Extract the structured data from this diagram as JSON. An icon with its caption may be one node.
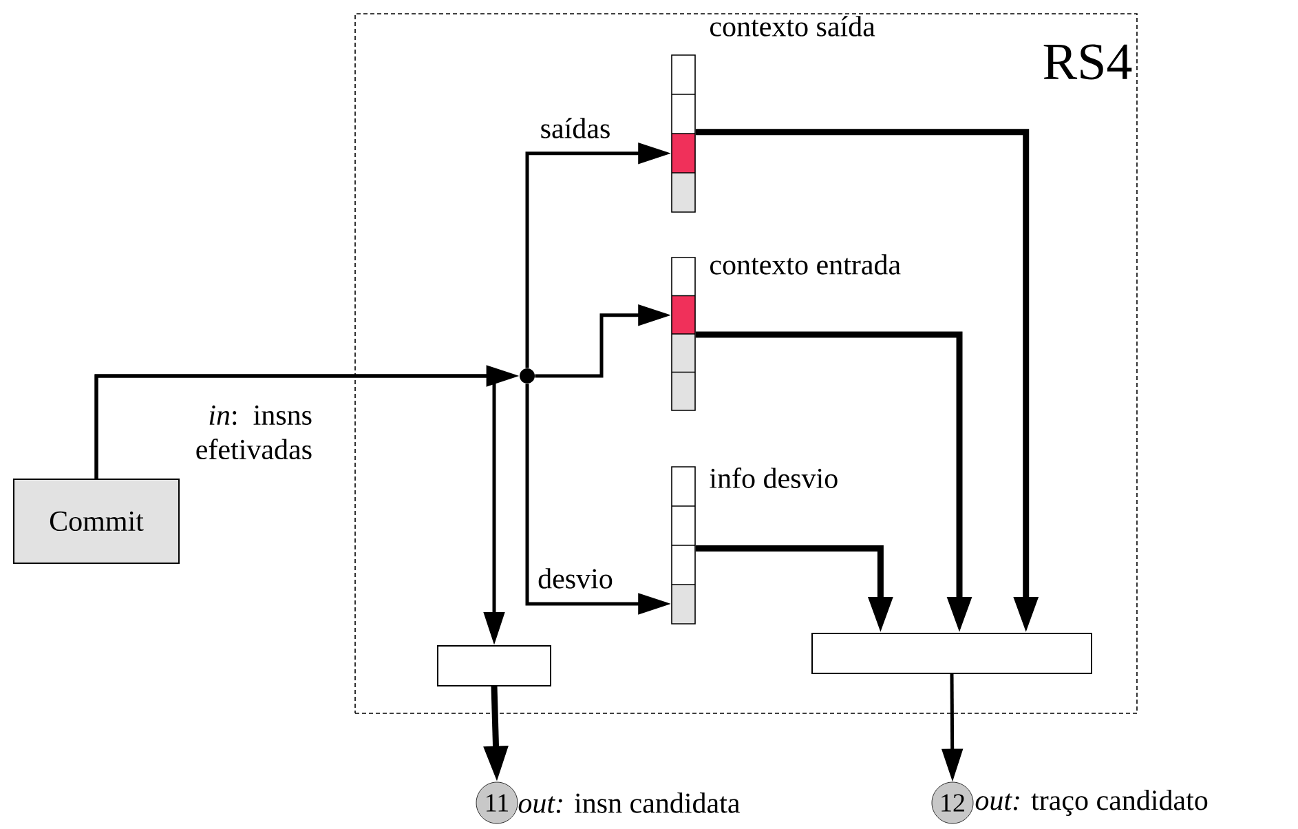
{
  "diagram": {
    "nodes": [
      {
        "text": [
          "RS4"
        ]
      },
      {
        "text": [
          "Commit"
        ]
      },
      {
        "text": [],
        "shape": "circle",
        "in": 0
      },
      {
        "text": [],
        "shape": "box",
        "beside": [
          "contexto saída"
        ],
        "in": 0
      },
      {
        "text": [],
        "shape": "box",
        "beside": [
          "contexto entrada"
        ],
        "in": 0
      },
      {
        "text": [],
        "shape": "box",
        "beside": [
          "info desvio"
        ],
        "in": 0
      },
      {
        "text": [],
        "shape": "box",
        "in": 0
      },
      {
        "text": [],
        "shape": "box",
        "in": 0
      },
      {
        "text": [
          "11"
        ],
        "beside": [
          "*out:* insn candidata"
        ]
      },
      {
        "text": [
          "12"
        ],
        "beside": [
          "*out:* traço candidato"
        ]
      }
    ],
    "edges": [
      {
        "from": 1,
        "to": 2,
        "arrow": "to",
        "label": "*in*: insns efetivadas"
      },
      {
        "from": 1,
        "to": 6,
        "arrow": "to"
      },
      {
        "from": 2,
        "to": 3,
        "arrow": "to",
        "label": "saídas"
      },
      {
        "from": 2,
        "to": 4,
        "arrow": "to"
      },
      {
        "from": 2,
        "to": 5,
        "arrow": "to",
        "label": "desvio"
      },
      {
        "from": 3,
        "to": 7,
        "arrow": "to",
        "style": "thick"
      },
      {
        "from": 4,
        "to": 7,
        "arrow": "to",
        "style": "thick"
      },
      {
        "from": 5,
        "to": 7,
        "arrow": "to",
        "style": "thick"
      },
      {
        "from": 6,
        "to": 8,
        "arrow": "to",
        "style": "thick"
      },
      {
        "from": 7,
        "to": 9,
        "arrow": "to"
      }
    ]
  }
}
